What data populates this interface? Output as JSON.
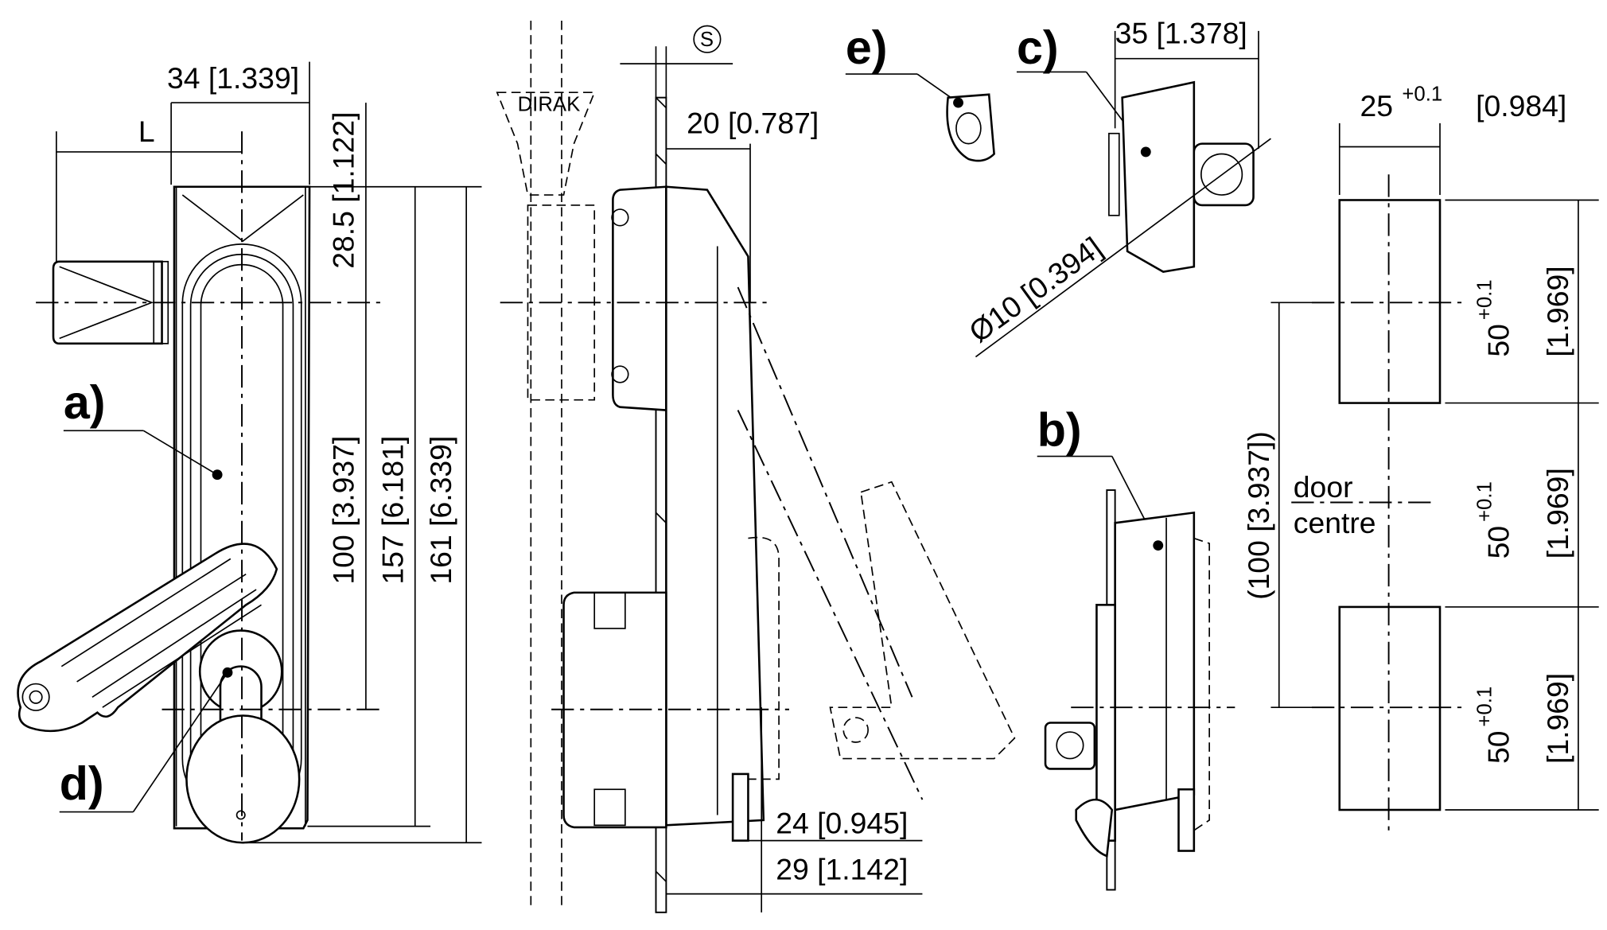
{
  "drawing": {
    "callouts": {
      "a": "a)",
      "b": "b)",
      "c": "c)",
      "d": "d)",
      "e": "e)"
    },
    "dimensions": {
      "width_34": "34 [1.339]",
      "L": "L",
      "dim_28_5": "28.5 [1.122]",
      "dim_100": "100 [3.937]",
      "dim_157": "157 [6.181]",
      "dim_161": "161 [6.339]",
      "s_symbol": "S",
      "dim_20": "20 [0.787]",
      "dim_24": "24 [0.945]",
      "dim_29": "29 [1.142]",
      "dim_35": "35 [1.378]",
      "dia_10": "Ø10 [0.394]",
      "cutout_width": "25",
      "cutout_width_tol": "+0.1",
      "cutout_width_in": "[0.984]",
      "cutout_pitch": "50",
      "cutout_pitch_tol": "+0.1",
      "cutout_pitch_in": "[1.969]",
      "centre_dist": "(100 [3.937])",
      "door": "door",
      "centre": "centre"
    },
    "logo_text": "DIRAK"
  }
}
